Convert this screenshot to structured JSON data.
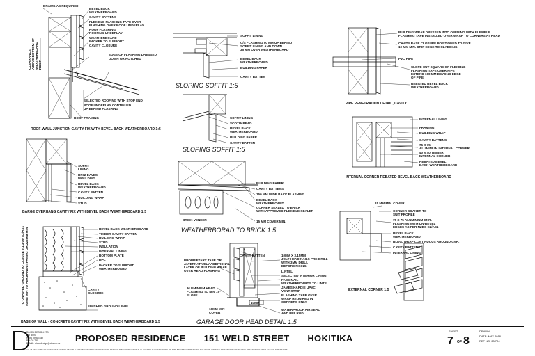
{
  "roof_wall": {
    "title": "ROOF-WALL JUNCTION CAVITY FIX WITH BEVEL BACK WEATHERBOARD 1:5",
    "left_labels": [
      "CLEARANCE",
      "ABOVE BOTTOM OF",
      "WEATHERBOARD",
      "ROOF"
    ],
    "labels": [
      "BEVEL BACK",
      "WEATHERBOARD",
      "CAVITY BATTENS",
      "FLEXIBLE FLASHING TAPE OVER",
      "FLASHING OVER ROOF UNDERLAY",
      "ROOF FLASHING",
      "ROOFING UNDERLAY",
      "WEATHERBOARD",
      "PACKER TO SUPPORT",
      "CAVITY CLOSURE",
      "EDGE OF FLASHING DRESSED",
      "DOWN OR NOTCHED",
      "SELECTED ROOFING WITH STOP END",
      "ROOF UNDERLAY CONTINUED",
      "UP BEHIND FLASHING",
      "ROOF FRAMING"
    ],
    "top_note": "DRAWG AS REQUIRED"
  },
  "soffit_a": {
    "title": "SLOPING SOFFIT 1:5",
    "labels": [
      "SOFFIT LINING",
      "C/S FLASHING 50 MM UP BEHIND",
      "SOFFIT LINING AND DOWN",
      "35 MM OVER WEATHERBOARD",
      "BEVEL BACK",
      "WEATHERBOARD",
      "BUILDING PAPER",
      "CAVITY BATTEN"
    ]
  },
  "soffit_b": {
    "title": "SLOPING SOFFIT 1:5",
    "labels": [
      "SOFFIT LINING",
      "SCOTIA BEAD",
      "BEVEL BACK",
      "WEATHERBOARD",
      "BUILDING PAPER",
      "CAVITY BATTEN"
    ]
  },
  "pipe": {
    "title": "PIPE PENETRATION DETAIL, CAVITY",
    "labels": [
      "BUILDING WRAP DRESSED INTO OPENING WITH FLEXIBLE",
      "FLASHING TAPE INSTALLED OVER WRAP TO CORNERS AT HEAD",
      "CAVITY BASE CLOSURE POSITIONED TO GIVE",
      "10 MM MIN. DRIP EDGE TO CLADDING",
      "PVC PIPE",
      "SLOPE CUT SQUARE OF FLEXIBLE",
      "FLASHING TAPE OVER PIPE",
      "EXTEND 100 MM BEYOND EDGE",
      "OF PIPE",
      "REBATED BEVEL BACK",
      "WEATHERBOARD"
    ]
  },
  "internal_corner": {
    "title": "INTERNAL CORNER REBATED BEVEL BACK WEATHERBOARD",
    "labels": [
      "INTERNAL LINING",
      "FRAMING",
      "BUILDING WRAP",
      "CAVITY BATTENS",
      "75 X 75",
      "ALUMINIUM INTERNAL CORNER",
      "40 X 40 TIMBER",
      "INTERNAL CORNER",
      "REBATED BEVEL",
      "BACK WEATHERBOARD"
    ]
  },
  "barge": {
    "title": "BARGE OVERHANG CAVITY FIX WITH BEVEL BACK WEATHERBOARD 1:5",
    "labels": [
      "SOFFIT",
      "LINING",
      "HP32 EAVES",
      "MOULDING",
      "BEVEL BACK",
      "WEATHERBOARD",
      "CAVITY BATTEN",
      "BUILDING WRAP",
      "STUD"
    ]
  },
  "brick": {
    "title": "WEATHERBORAD TO BRICK 1:5",
    "labels": [
      "BUILDING PAPER",
      "CAVITY BATTENS",
      "150 MM WIDE BACK FLASHING",
      "BEVEL BACK",
      "WEATHERBOARD",
      "CORNER SEALED TO BRICK",
      "WITH APPROVED FLEXIBLE SEALER",
      "15 MM COVER MIN."
    ],
    "veneer_label": "BRICK VENEER"
  },
  "external_corner": {
    "title": "EXTERNAL CORNER 1:5",
    "labels": [
      "15 MM MIN. COVER",
      "CORNER SOAKER TO",
      "SUIT PROFILE",
      "75 X 75 ALUMINIUM CNR.",
      "FLASHING WITH UN-BEVEL",
      "EDGES AS PER NZBC E2/AS1",
      "BEVEL BACK",
      "WEATHERBOARD",
      "BLDG. WRAP CONTINUOUS AROUND CNR.",
      "CAVITY BATTENS",
      "INTERNAL LINING"
    ]
  },
  "concrete": {
    "title": "BASE OF WALL - CONCRETE CAVITY FIX WITH BEVEL BACK WEATHERBOARD 1:5",
    "side_labels": [
      "TO UNPAVED GROUND TO CLAUSE 9.1.3 OF E2/AS1",
      "50MM MIN TO PERMANENT PAVING OR 225MM MIN"
    ],
    "labels": [
      "BEVEL BACK WEATHERBOARD",
      "TIMBER CAVITY BATTEN",
      "BUILDING WRAP",
      "STUD",
      "INSULATION",
      "INTERNAL LINING",
      "BOTTOM PLATE",
      "DPC",
      "PACKER TO SUPPORT",
      "WEATHERBOARD",
      "CAVITY",
      "CLOSURE",
      "FINISHED GROUND LEVEL"
    ]
  },
  "garage": {
    "title": "GARAGE DOOR HEAD DETAIL 1:5",
    "left_labels": [
      "PROPRIETARY TAPE OR",
      "ALTERNATIVELY ADDITIONAL",
      "LAYER OF BUILDING WRAP",
      "OVER HEAD FLASHING",
      "ALUMINIUM HEAD",
      "FLASHING TO MIN 15°",
      "SLOPE",
      "10MM MIN",
      "COVER"
    ],
    "right_labels": [
      "CAVITY BATTEN",
      "10MM X 3.15MM",
      "JOLT HEAD NAILS PRE-DRILL",
      "WITH 3MM DRILL",
      "BEFORE FIXING",
      "LINTEL",
      "SELECTED INTERIOR LINING",
      "FACE NAIL",
      "WEATHERBOARDS TO LINTEL",
      "JAMES HARDIE UPVC",
      "VENT STRIP",
      "FLASHING TAPE OVER",
      "WRAP REQUIRED IN",
      "CORNERS ONLY",
      "WATERPROOF AIR SEAL",
      "AND PEF ROD"
    ],
    "cavity_text": "10MM"
  },
  "title_block": {
    "company": [
      "DIXON DESIGN LTD",
      "PO BOX",
      "HOKITIKA 7842",
      "PH: 03 755",
      "EMAIL: dixondesign@xtra.co.nz"
    ],
    "project": "PROPOSED RESIDENCE",
    "address": "151 WELD STREET",
    "town": "HOKITIKA",
    "fineprint": "ALL PLANS TO BE READ IN CONJUNCTION WITH THE SPECIFICATIONS AND ENGINEERS DETAILS. THE CONTRACTOR SHALL VERIFY ALL DIMENSIONS ON SITE BEFORE COMMENCING ANY WORK. WRITTEN DIMENSIONS ARE TO TAKE PRECEDENCE OVER SCALED DIMENSIONS",
    "sheet_label": "SHEET:",
    "sheet_num": "7",
    "sheet_of": "OF",
    "sheet_total": "8",
    "drawn_label": "DRAWN:",
    "date": "DATE: MAY 2018",
    "ref": "REF NO: 20/704"
  }
}
